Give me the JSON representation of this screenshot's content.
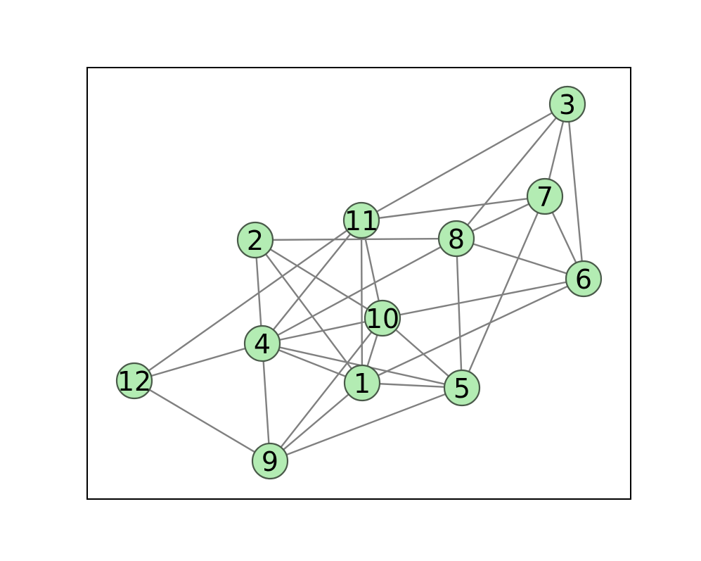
{
  "graph": {
    "style": {
      "node_fill": "#b3ecb3",
      "node_stroke": "#4a5a4a",
      "edge_color": "#808080"
    },
    "nodes": [
      {
        "id": "1",
        "label": "1"
      },
      {
        "id": "2",
        "label": "2"
      },
      {
        "id": "3",
        "label": "3"
      },
      {
        "id": "4",
        "label": "4"
      },
      {
        "id": "5",
        "label": "5"
      },
      {
        "id": "6",
        "label": "6"
      },
      {
        "id": "7",
        "label": "7"
      },
      {
        "id": "8",
        "label": "8"
      },
      {
        "id": "9",
        "label": "9"
      },
      {
        "id": "10",
        "label": "10"
      },
      {
        "id": "11",
        "label": "11"
      },
      {
        "id": "12",
        "label": "12"
      }
    ],
    "edges": [
      [
        "3",
        "11"
      ],
      [
        "3",
        "8"
      ],
      [
        "3",
        "7"
      ],
      [
        "3",
        "6"
      ],
      [
        "7",
        "11"
      ],
      [
        "7",
        "8"
      ],
      [
        "7",
        "6"
      ],
      [
        "7",
        "5"
      ],
      [
        "2",
        "8"
      ],
      [
        "2",
        "4"
      ],
      [
        "2",
        "10"
      ],
      [
        "2",
        "1"
      ],
      [
        "11",
        "4"
      ],
      [
        "11",
        "1"
      ],
      [
        "11",
        "10"
      ],
      [
        "11",
        "12"
      ],
      [
        "8",
        "4"
      ],
      [
        "8",
        "6"
      ],
      [
        "8",
        "5"
      ],
      [
        "6",
        "10"
      ],
      [
        "6",
        "1"
      ],
      [
        "10",
        "4"
      ],
      [
        "10",
        "5"
      ],
      [
        "10",
        "1"
      ],
      [
        "10",
        "9"
      ],
      [
        "4",
        "12"
      ],
      [
        "4",
        "1"
      ],
      [
        "4",
        "5"
      ],
      [
        "4",
        "9"
      ],
      [
        "12",
        "9"
      ],
      [
        "1",
        "5"
      ],
      [
        "1",
        "9"
      ],
      [
        "5",
        "9"
      ]
    ]
  }
}
